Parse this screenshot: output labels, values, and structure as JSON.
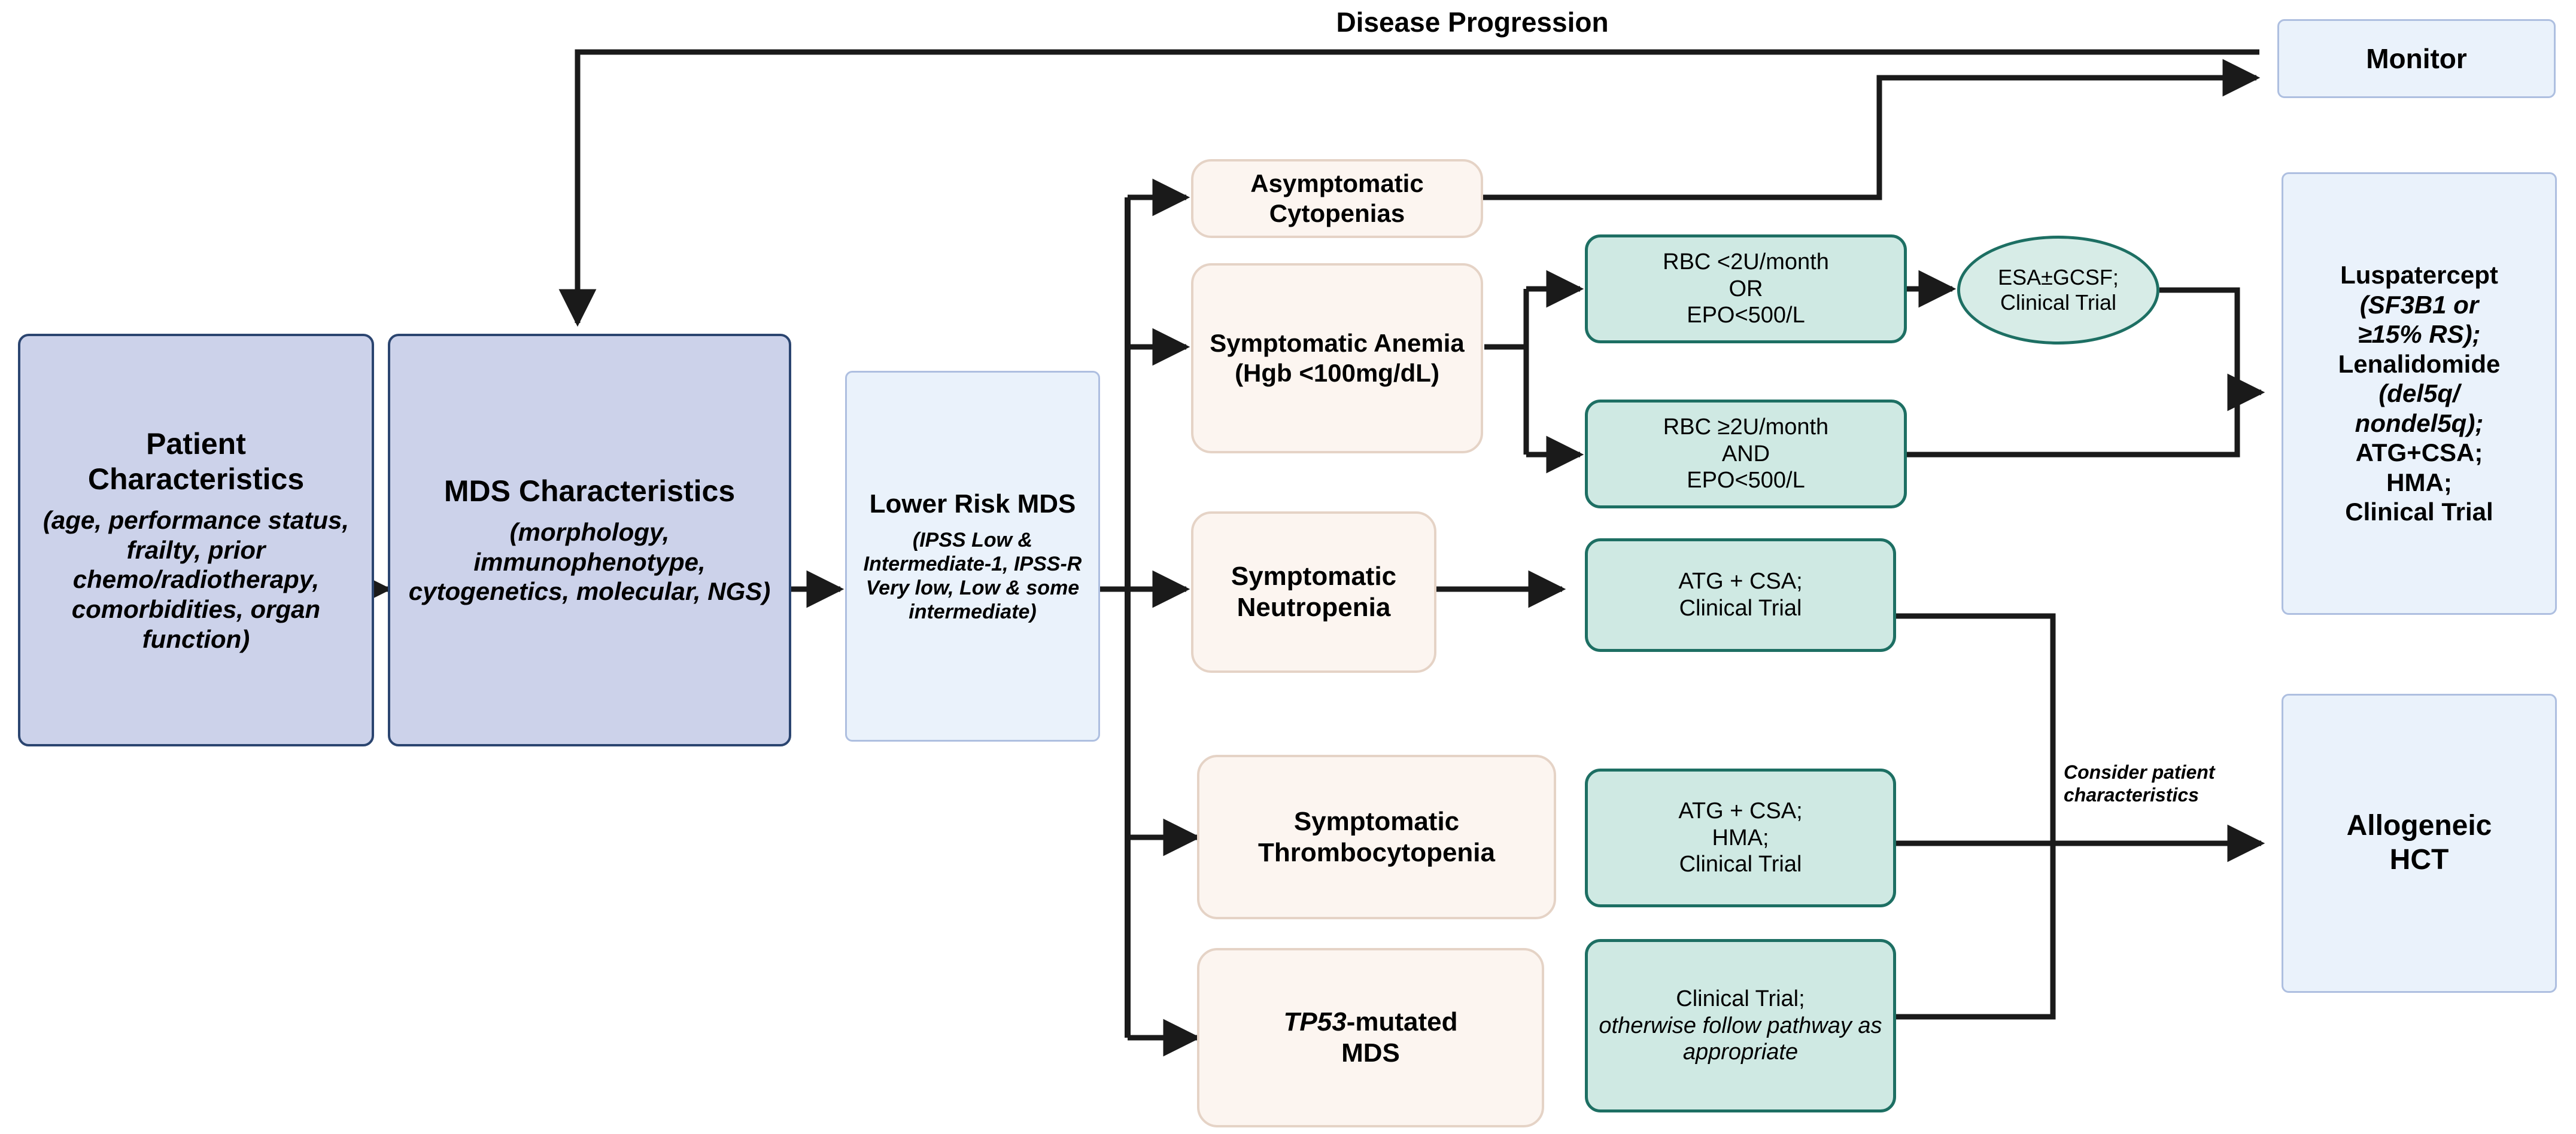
{
  "diagram": {
    "title_label": "Disease Progression",
    "edge_note": "Consider patient characteristics",
    "colors": {
      "lavender_fill": "#ccd2ea",
      "lavender_stroke": "#2b4570",
      "pale_blue_fill": "#eaf2fb",
      "pale_blue_stroke": "#aebfe0",
      "cream_fill": "#fcf5f0",
      "cream_stroke": "#e5d3c6",
      "mint_fill": "#cfe9e3",
      "mint_stroke": "#1d6f63",
      "edge_stroke": "#1a1a1a"
    }
  },
  "nodes": {
    "patient_characteristics": {
      "title": "Patient Characteristics",
      "detail": "(age, performance status, frailty, prior chemo/radiotherapy, comorbidities, organ function)"
    },
    "mds_characteristics": {
      "title": "MDS Characteristics",
      "detail": "(morphology, immunophenotype, cytogenetics, molecular, NGS)"
    },
    "lower_risk_mds": {
      "title": "Lower Risk MDS",
      "detail": "(IPSS Low & Intermediate-1, IPSS-R Very low, Low & some intermediate)"
    },
    "monitor": {
      "title": "Monitor"
    },
    "asymptomatic_cytopenias": {
      "title": "Asymptomatic Cytopenias"
    },
    "symptomatic_anemia": {
      "title": "Symptomatic Anemia (Hgb <100mg/dL)"
    },
    "symptomatic_neutropenia": {
      "title": "Symptomatic Neutropenia"
    },
    "symptomatic_thrombocytopenia": {
      "title": "Symptomatic Thrombocytopenia"
    },
    "tp53_mutated_mds": {
      "title_italic": "TP53",
      "title_rest": "-mutated",
      "title_line2": "MDS"
    },
    "rbc_low": {
      "line1": "RBC <2U/month",
      "line2": "OR",
      "line3": "EPO<500/L"
    },
    "rbc_high": {
      "line1": "RBC ≥2U/month",
      "line2": "AND",
      "line3": "EPO<500/L"
    },
    "esa_gcsf": {
      "line1": "ESA±GCSF;",
      "line2": "Clinical Trial"
    },
    "atg_csa_neutropenia": {
      "line1": "ATG + CSA;",
      "line2": "Clinical Trial"
    },
    "atg_csa_hma_thrombo": {
      "line1": "ATG + CSA;",
      "line2": "HMA;",
      "line3": "Clinical Trial"
    },
    "tp53_treatment": {
      "line1": "Clinical Trial;",
      "line2_italic": "otherwise follow pathway as appropriate"
    },
    "luspatercept": {
      "l1": "Luspatercept",
      "l2_italic": "(SF3B1 or",
      "l3_italic": "≥15% RS);",
      "l4": "Lenalidomide",
      "l5_italic": "(del5q/",
      "l6_italic": "nondel5q);",
      "l7": "ATG+CSA;",
      "l8": "HMA;",
      "l9": "Clinical Trial"
    },
    "allogeneic_hct": {
      "line1": "Allogeneic",
      "line2": "HCT"
    }
  }
}
